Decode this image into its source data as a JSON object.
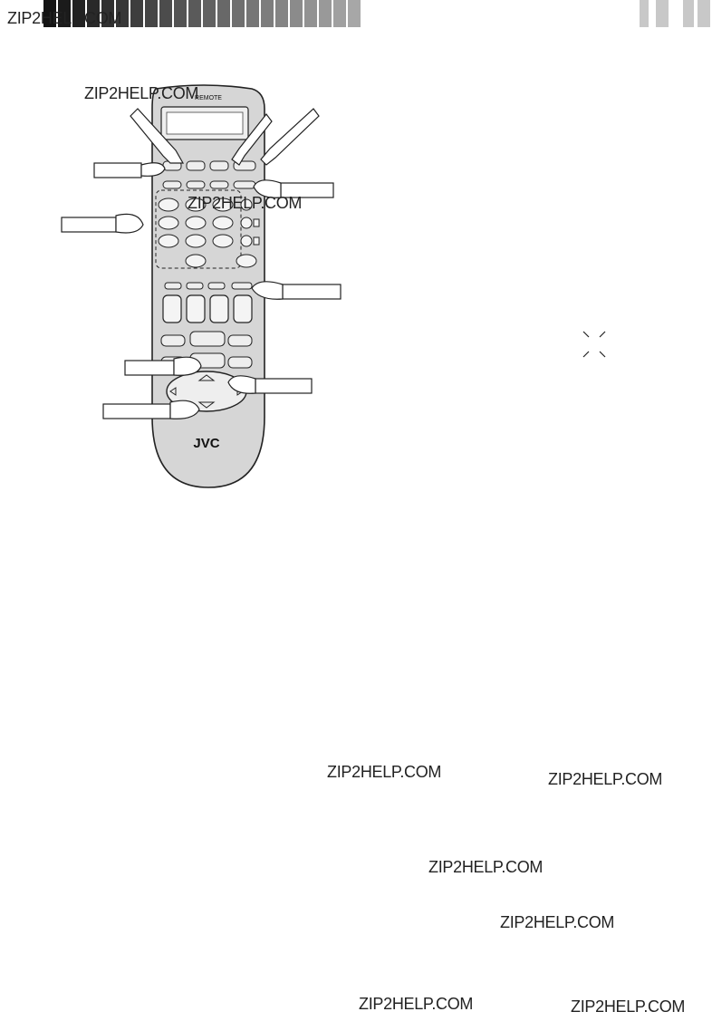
{
  "header": {
    "watermark": "ZIP2HELP.COM"
  },
  "remote": {
    "brand_logo": "JVC",
    "top_label": "REMOTE"
  },
  "watermarks": [
    "ZIP2HELP.COM",
    "ZIP2HELP.COM",
    "ZIP2HELP.COM",
    "ZIP2HELP.COM",
    "ZIP2HELP.COM",
    "ZIP2HELP.COM",
    "ZIP2HELP.COM",
    "ZIP2HELP.COM",
    "ZIP2HELP.COM"
  ],
  "colors": {
    "remote_body": "#d6d6d6",
    "remote_outline": "#222222",
    "header_dark": "#1a1a1a"
  },
  "icons": [
    "hand-pointer-icon",
    "flash-indicator-icon"
  ]
}
